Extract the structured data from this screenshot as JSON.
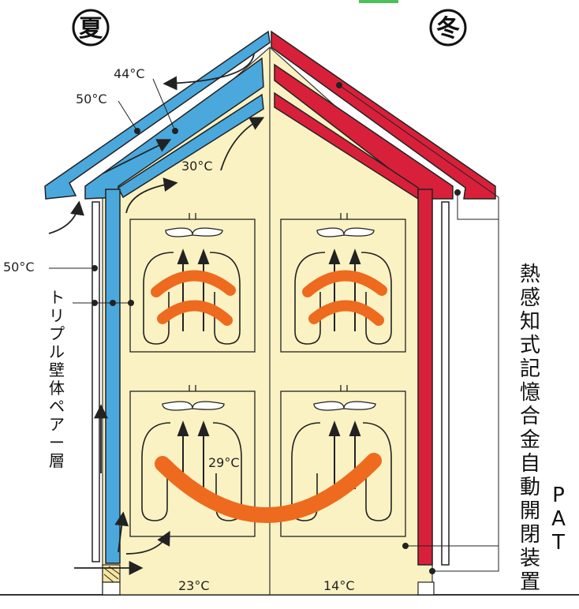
{
  "seasons": {
    "summer": "夏",
    "winter": "冬"
  },
  "temps": {
    "roof_outer": "50°C",
    "roof_inner": "44°C",
    "attic": "30°C",
    "wall_left": "50°C",
    "room_lower": "29°C",
    "floor_summer": "23°C",
    "floor_winter": "14°C"
  },
  "labels": {
    "triple_wall": "トリプル壁体ペアー層",
    "device": "熱感知式記憶合金自動開閉装置",
    "device_code": "PAT"
  },
  "colors": {
    "summer_layer": "#4aa8dc",
    "winter_layer": "#d8203a",
    "interior": "#fbf2c4",
    "heat_swirl": "#ee6a1e",
    "outline": "#222222"
  }
}
